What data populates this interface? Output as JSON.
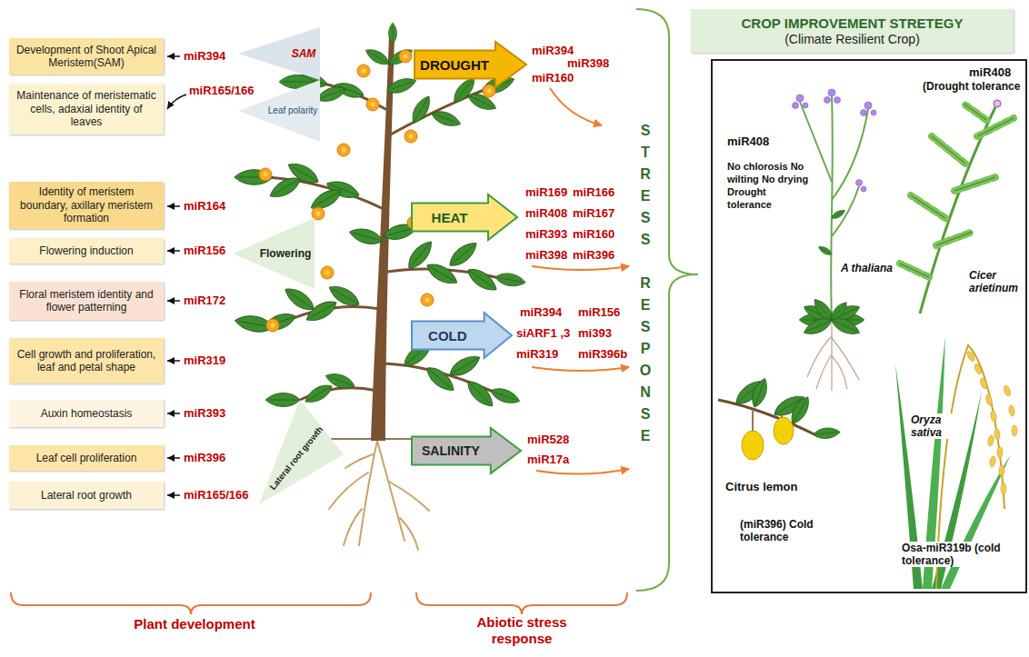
{
  "diagram": {
    "nodes": [
      {
        "text": [
          "Development of Shoot Apical Meristem(SAM)"
        ]
      },
      {
        "text": [
          "Maintenance of meristematic cells, adaxial identity of leaves"
        ]
      },
      {
        "text": [
          "Identity of meristem boundary, axillary meristem formation"
        ]
      },
      {
        "text": [
          "Flowering induction"
        ]
      },
      {
        "text": [
          "Floral meristem identity and flower patterning"
        ]
      },
      {
        "text": [
          "Cell growth and proliferation, leaf and petal shape"
        ]
      },
      {
        "text": [
          "Auxin homeostasis"
        ]
      },
      {
        "text": [
          "Leaf cell proliferation"
        ]
      },
      {
        "text": [
          "Lateral root growth"
        ]
      },
      {
        "text": [
          "SAM"
        ]
      },
      {
        "text": [
          "Leaf polarity"
        ]
      },
      {
        "text": [
          "Flowering"
        ]
      },
      {
        "text": [
          "Lateral root growth"
        ]
      },
      {
        "text": [
          "DROUGHT"
        ]
      },
      {
        "text": [
          "HEAT"
        ]
      },
      {
        "text": [
          "COLD"
        ]
      },
      {
        "text": [
          "SALINITY"
        ]
      },
      {
        "text": [
          "CROP IMPROVEMENT STRETEGY",
          "(Climate Resilient Crop)"
        ]
      }
    ],
    "labels": [
      "miR394",
      "miR165/166",
      "miR164",
      "miR156",
      "miR172",
      "miR319",
      "miR393",
      "miR396",
      "miR165/166",
      "miR394",
      "miR398",
      "miR160",
      "miR169",
      "miR166",
      "miR408",
      "miR167",
      "miR393",
      "miR160",
      "miR398",
      "miR396",
      "miR394",
      "miR156",
      "siARF1 ,3",
      "mi393",
      "miR319",
      "miR396b",
      "miR528",
      "miR17a",
      "STRESS",
      "RESPONSE",
      "miR408",
      "No chlorosis No wilting No drying Drought tolerance",
      "A thaliana",
      "miR408",
      "(Drought tolerance",
      "Cicer arietinum",
      "Citrus lemon",
      "(miR396) Cold tolerance",
      "Oryza sativa",
      "Osa-miR319b (cold tolerance)",
      "Plant development",
      "Abiotic stress response"
    ]
  }
}
